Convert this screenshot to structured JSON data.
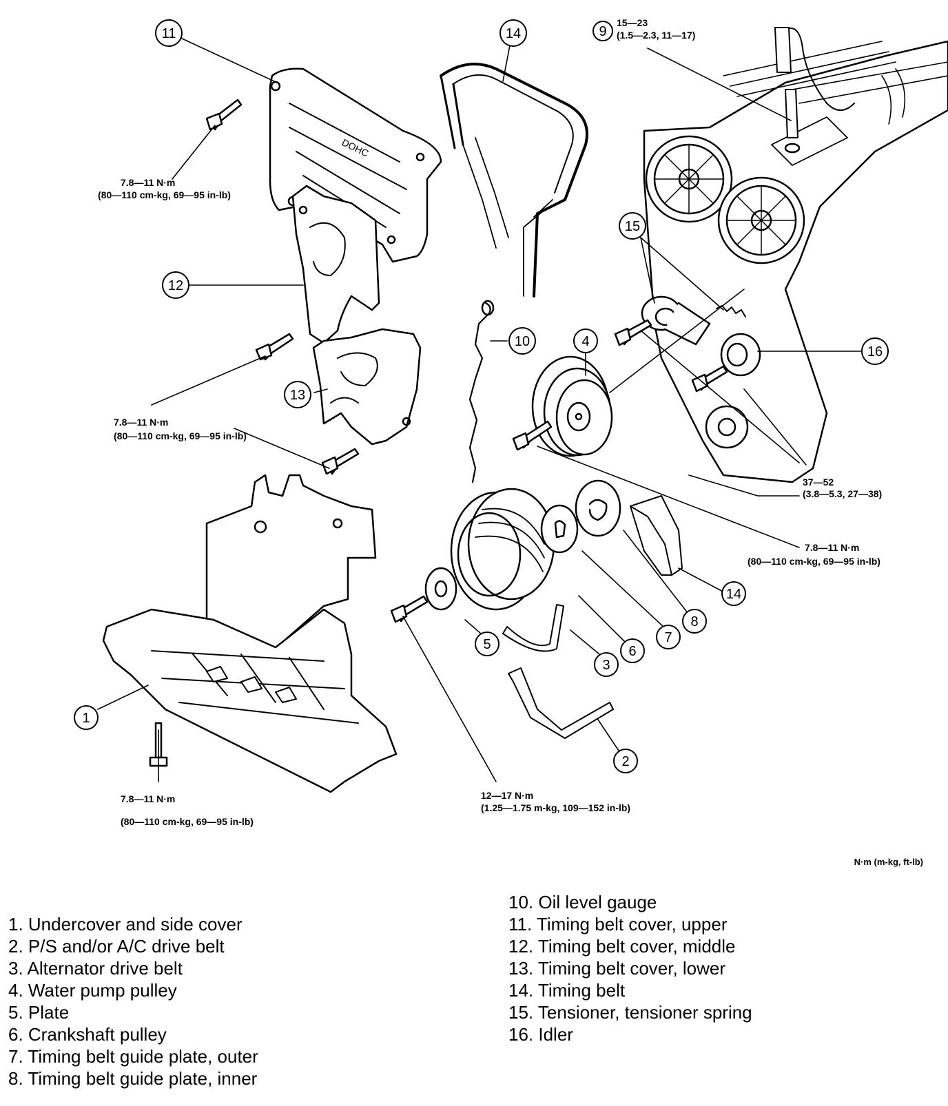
{
  "callouts": {
    "c1": "1",
    "c2": "2",
    "c3": "3",
    "c4": "4",
    "c5": "5",
    "c6": "6",
    "c7": "7",
    "c8": "8",
    "c9": "9",
    "c10": "10",
    "c11": "11",
    "c12": "12",
    "c13": "13",
    "c14a": "14",
    "c14b": "14",
    "c15": "15",
    "c16": "16"
  },
  "torque_specs": {
    "t11_line1": "7.8—11 N·m",
    "t11_line2": "(80—110 cm-kg, 69—95 in-lb)",
    "t13a_line1": "7.8—11 N·m",
    "t13a_line2": "(80—110 cm-kg, 69—95 in-lb)",
    "t1_line1": "7.8—11 N·m",
    "t1_line2": "(80—110 cm-kg, 69—95 in-lb)",
    "t5_line1": "12—17 N·m",
    "t5_line2": "(1.25—1.75 m-kg, 109—152 in-lb)",
    "t4_line1": "7.8—11 N·m",
    "t4_line2": "(80—110 cm-kg, 69—95 in-lb)",
    "t15_line1": "37—52",
    "t15_line2": "(3.8—5.3, 27—38)",
    "t9_line1": "15—23",
    "t9_line2": "(1.5—2.3, 11—17)"
  },
  "units_note": "N·m (m-kg, ft-lb)",
  "legend_left": [
    "1. Undercover and side cover",
    "2. P/S and/or A/C drive belt",
    "3. Alternator drive belt",
    "4. Water pump pulley",
    "5. Plate",
    "6. Crankshaft pulley",
    "7. Timing belt guide plate, outer",
    "8. Timing belt guide plate, inner"
  ],
  "legend_right": [
    "10. Oil level gauge",
    "11. Timing belt cover, upper",
    "12. Timing belt cover, middle",
    "13. Timing belt cover, lower",
    "14. Timing belt",
    "15. Tensioner, tensioner spring",
    "16. Idler"
  ]
}
